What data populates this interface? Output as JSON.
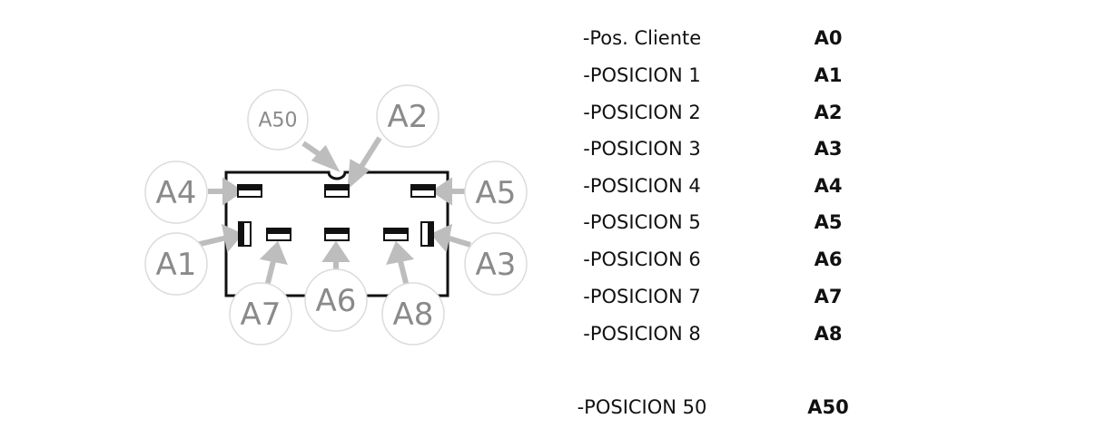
{
  "colors": {
    "outline": "#111111",
    "arrow": "#bdbdbd",
    "bubble_border": "#dcdcdc",
    "bubble_text": "#8a8a8a"
  },
  "callouts": {
    "a50": "A50",
    "a2": "A2",
    "a4": "A4",
    "a5": "A5",
    "a1": "A1",
    "a3": "A3",
    "a7": "A7",
    "a6": "A6",
    "a8": "A8"
  },
  "table": {
    "rows": [
      {
        "label": "-Pos. Cliente",
        "code": "A0"
      },
      {
        "label": "-POSICION 1",
        "code": "A1"
      },
      {
        "label": "-POSICION 2",
        "code": "A2"
      },
      {
        "label": "-POSICION 3",
        "code": "A3"
      },
      {
        "label": "-POSICION 4",
        "code": "A4"
      },
      {
        "label": "-POSICION 5",
        "code": "A5"
      },
      {
        "label": "-POSICION 6",
        "code": "A6"
      },
      {
        "label": "-POSICION 7",
        "code": "A7"
      },
      {
        "label": "-POSICION 8",
        "code": "A8"
      },
      {
        "label": "-POSICION 50",
        "code": "A50"
      }
    ]
  }
}
